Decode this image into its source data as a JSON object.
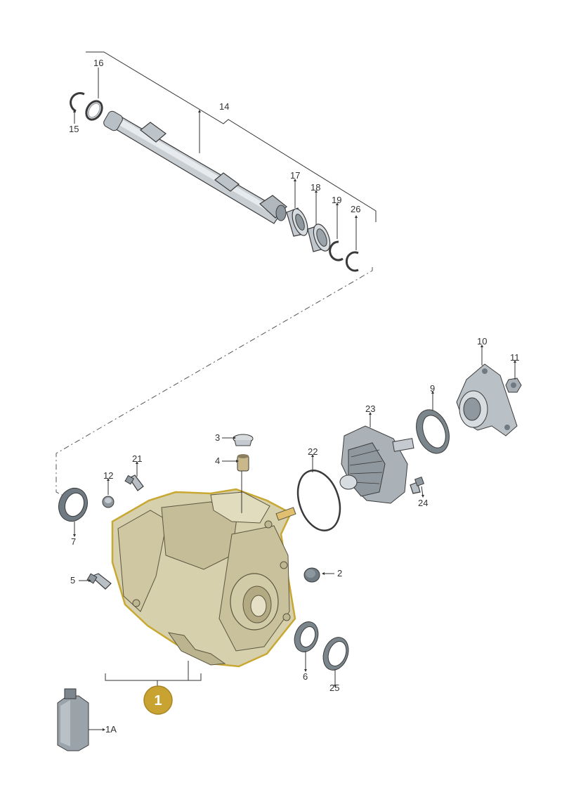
{
  "colors": {
    "highlight": "#c8a832",
    "badge": "#c9a332",
    "housing": "#d7d0ad",
    "metal": "#c9ced3",
    "metal_dark": "#8f989f",
    "seal": "#6f7a82"
  },
  "labels": {
    "p1": "1",
    "p1a": "1A",
    "p2": "2",
    "p3": "3",
    "p4": "4",
    "p5": "5",
    "p6": "6",
    "p7": "7",
    "p9": "9",
    "p10": "10",
    "p11": "11",
    "p12": "12",
    "p14": "14",
    "p15": "15",
    "p16": "16",
    "p17": "17",
    "p18": "18",
    "p19": "19",
    "p21": "21",
    "p22": "22",
    "p23": "23",
    "p24": "24",
    "p25": "25",
    "p26": "26"
  }
}
